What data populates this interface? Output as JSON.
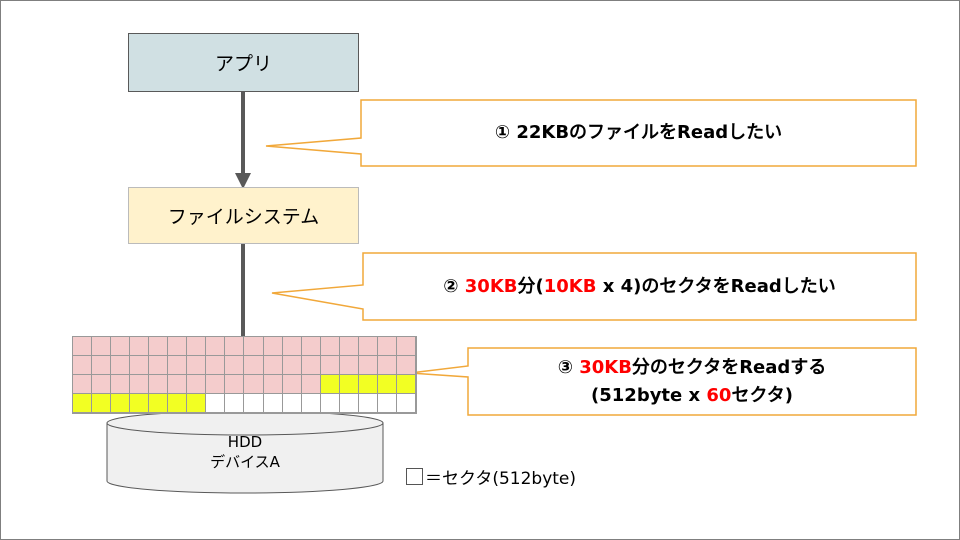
{
  "boxes": {
    "app": "アプリ",
    "filesystem": "ファイルシステム"
  },
  "callouts": {
    "c1": {
      "text": "① 22KBのファイルをReadしたい"
    },
    "c2": {
      "p1": "② ",
      "r1": "30KB",
      "p2": "分(",
      "r2": "10KB",
      "p3": " x 4)のセクタをReadしたい"
    },
    "c3": {
      "p1": "③ ",
      "r1": "30KB",
      "p2": "分のセクタをReadする",
      "l2a": "(512byte x ",
      "l2r": "60",
      "l2b": "セクタ)"
    }
  },
  "hdd": {
    "line1": "HDD",
    "line2": "デバイスA"
  },
  "legend": {
    "text": "＝セクタ(512byte)"
  },
  "sector_grid": {
    "columns": 18,
    "rows": [
      "pppppppppppppppppp",
      "pppppppppppppppppp",
      "pppppppppppppyyyyy",
      "yyyyyyywwwwwwwwwww"
    ]
  },
  "colors": {
    "app_fill": "#d0e0e3",
    "fs_fill": "#fff2cc",
    "callout_border": "#f1a83a",
    "sector_pink": "#f4cccc",
    "sector_yellow": "#f2ff23",
    "sector_empty": "#ffffff",
    "arrow": "#595959",
    "emphasis": "#ff0000"
  }
}
